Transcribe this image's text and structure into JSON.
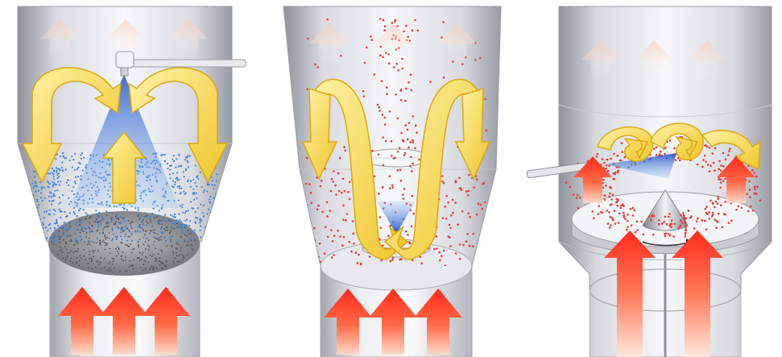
{
  "figure": {
    "panels": [
      {
        "id": "top-spray",
        "spray_color": "#2f6fd6",
        "particle_color": "#3b82d8",
        "bed_present": true
      },
      {
        "id": "bottom-spray-wurster",
        "spray_color": "#2f6fd6",
        "particle_color": "#e23b3b",
        "bed_present": false
      },
      {
        "id": "tangential-rotor",
        "spray_color": "#2f6fd6",
        "particle_color": "#e23b3b",
        "bed_present": false
      }
    ],
    "colors": {
      "hot_air": "#ff3b2f",
      "hot_air_light": "#ffe0d6",
      "circulation": "#f2cf3a",
      "steel_light": "#f4f4f6",
      "steel_mid": "#c9cbd1",
      "steel_dark": "#8e9098",
      "bed": "#8a8a8e"
    },
    "icons": [
      "hot-air-arrow-icon",
      "circulation-arrow-icon",
      "spray-nozzle-icon",
      "spray-cone-icon",
      "rotor-cone-icon"
    ]
  }
}
